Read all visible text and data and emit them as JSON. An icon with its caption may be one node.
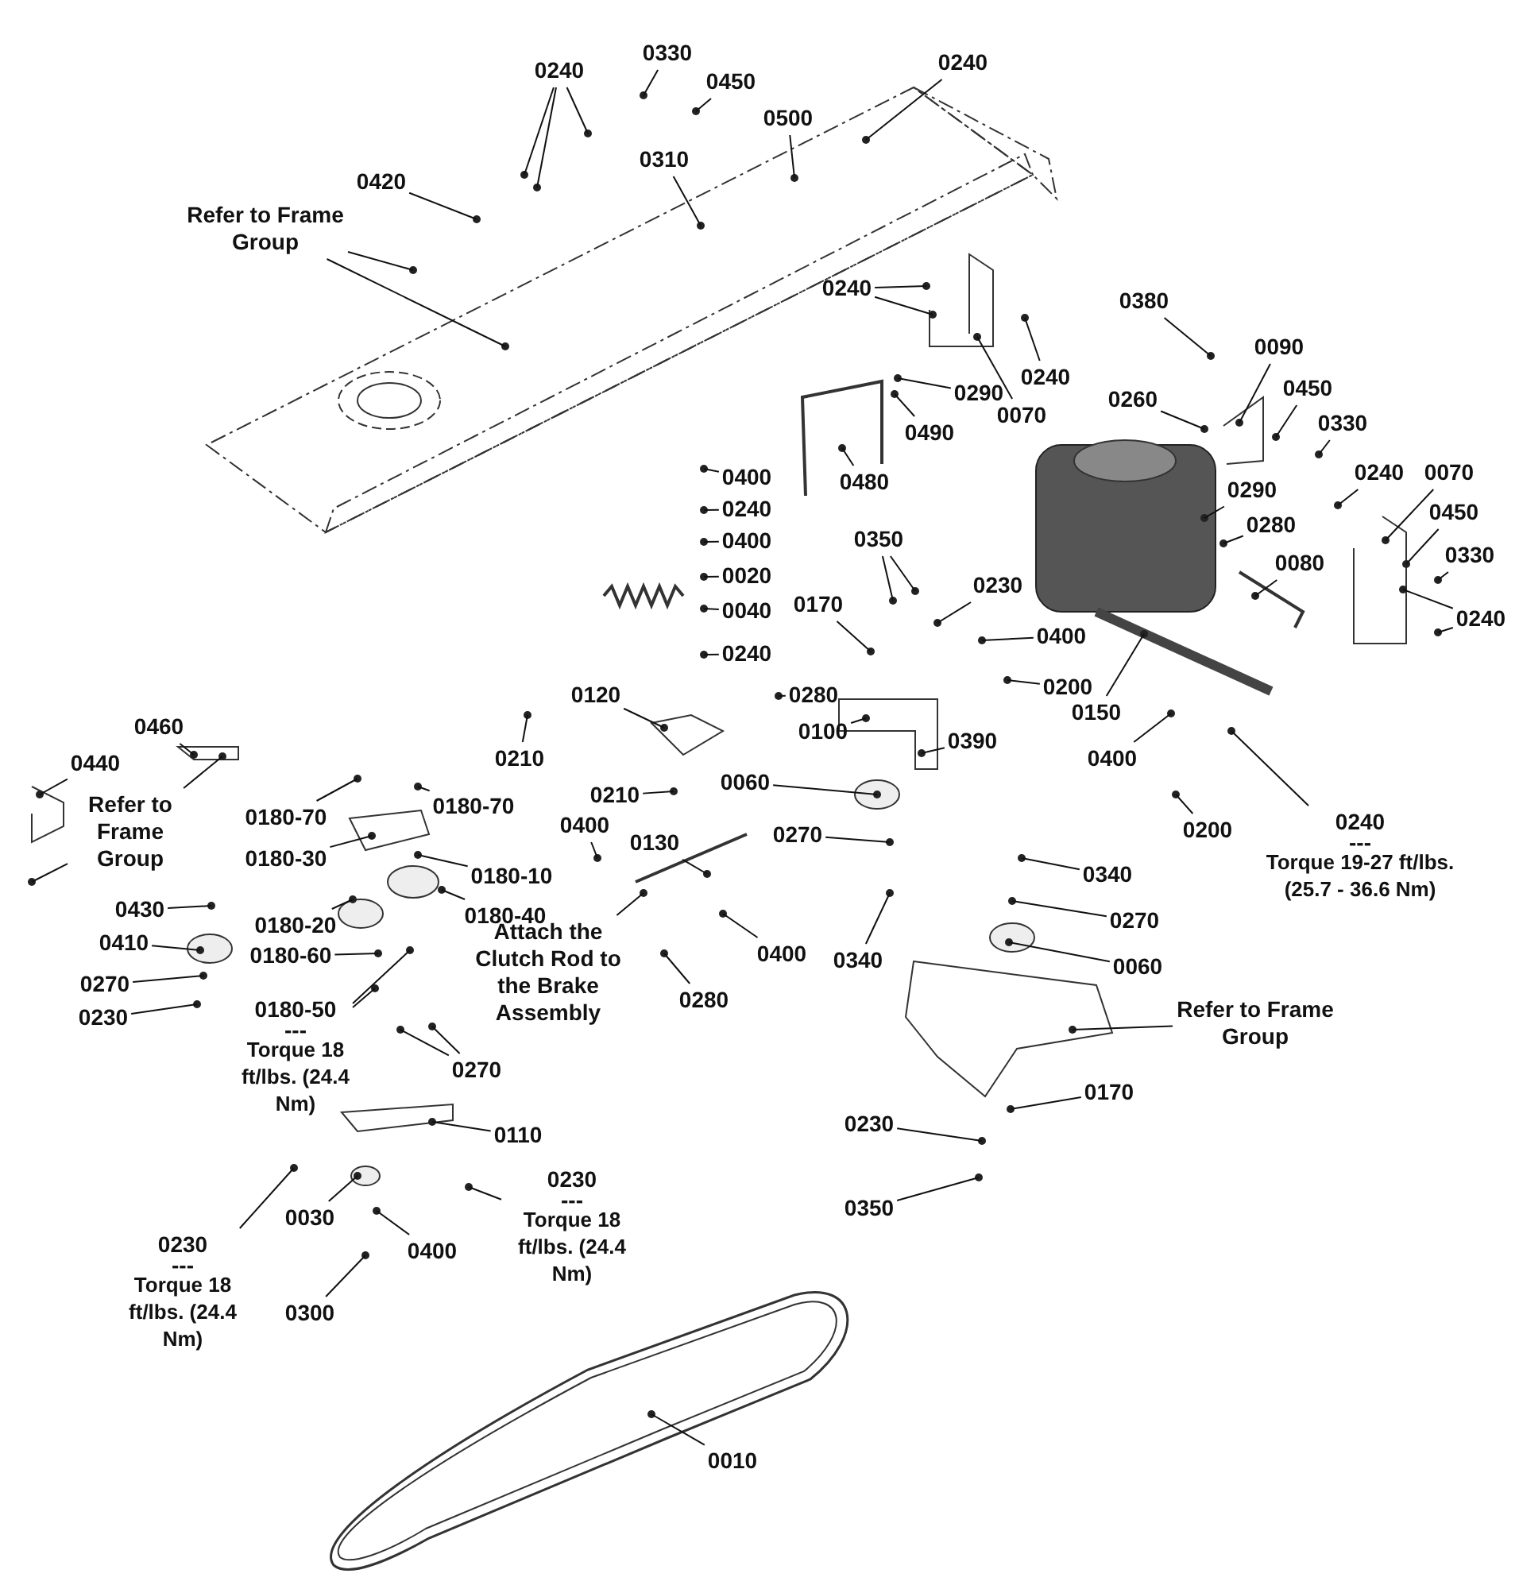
{
  "diagram": {
    "nodes": [
      {
        "text": [
          "0240"
        ]
      },
      {
        "text": [
          "0330"
        ]
      },
      {
        "text": [
          "0450"
        ]
      },
      {
        "text": [
          "0240"
        ]
      },
      {
        "text": [
          "0500"
        ]
      },
      {
        "text": [
          "0310"
        ]
      },
      {
        "text": [
          "0420"
        ]
      },
      {
        "text": [
          "Refer to Frame Group"
        ]
      },
      {
        "text": [
          "0240"
        ]
      },
      {
        "text": [
          "0070"
        ]
      },
      {
        "text": [
          "0240"
        ]
      },
      {
        "text": [
          "0290"
        ]
      },
      {
        "text": [
          "0490"
        ]
      },
      {
        "text": [
          "0480"
        ]
      },
      {
        "text": [
          "0380"
        ]
      },
      {
        "text": [
          "0090"
        ]
      },
      {
        "text": [
          "0260"
        ]
      },
      {
        "text": [
          "0450"
        ]
      },
      {
        "text": [
          "0330"
        ]
      },
      {
        "text": [
          "0290"
        ]
      },
      {
        "text": [
          "0280"
        ]
      },
      {
        "text": [
          "0240"
        ]
      },
      {
        "text": [
          "0070"
        ]
      },
      {
        "text": [
          "0450"
        ]
      },
      {
        "text": [
          "0330"
        ]
      },
      {
        "text": [
          "0080"
        ]
      },
      {
        "text": [
          "0240"
        ]
      },
      {
        "text": [
          "0400"
        ]
      },
      {
        "text": [
          "0240"
        ]
      },
      {
        "text": [
          "0400"
        ]
      },
      {
        "text": [
          "0020"
        ]
      },
      {
        "text": [
          "0040"
        ]
      },
      {
        "text": [
          "0240"
        ]
      },
      {
        "text": [
          "0350"
        ]
      },
      {
        "text": [
          "0230"
        ]
      },
      {
        "text": [
          "0170"
        ]
      },
      {
        "text": [
          "0400"
        ]
      },
      {
        "text": [
          "0200"
        ]
      },
      {
        "text": [
          "0150"
        ]
      },
      {
        "text": [
          "0390"
        ]
      },
      {
        "text": [
          "0100"
        ]
      },
      {
        "text": [
          "0280"
        ]
      },
      {
        "text": [
          "0120"
        ]
      },
      {
        "text": [
          "0210"
        ]
      },
      {
        "text": [
          "0210"
        ]
      },
      {
        "text": [
          "0130"
        ]
      },
      {
        "text": [
          "0400"
        ]
      },
      {
        "text": [
          "0400"
        ]
      },
      {
        "text": [
          "0280"
        ]
      },
      {
        "text": [
          "Attach the Clutch Rod to the Brake Assembly"
        ]
      },
      {
        "text": [
          "0060"
        ]
      },
      {
        "text": [
          "0270"
        ]
      },
      {
        "text": [
          "0340"
        ]
      },
      {
        "text": [
          "0400"
        ]
      },
      {
        "text": [
          "0200"
        ]
      },
      {
        "text": [
          "0240",
          "---",
          "Torque 19-27 ft/lbs. (25.7 - 36.6 Nm)"
        ]
      },
      {
        "text": [
          "0340"
        ]
      },
      {
        "text": [
          "0270"
        ]
      },
      {
        "text": [
          "0060"
        ]
      },
      {
        "text": [
          "Refer to Frame Group"
        ]
      },
      {
        "text": [
          "0170"
        ]
      },
      {
        "text": [
          "0230"
        ]
      },
      {
        "text": [
          "0350"
        ]
      },
      {
        "text": [
          "0460"
        ]
      },
      {
        "text": [
          "0440"
        ]
      },
      {
        "text": [
          "Refer to Frame Group"
        ]
      },
      {
        "text": [
          "0430"
        ]
      },
      {
        "text": [
          "0410"
        ]
      },
      {
        "text": [
          "0270"
        ]
      },
      {
        "text": [
          "0230"
        ]
      },
      {
        "text": [
          "0180-70"
        ]
      },
      {
        "text": [
          "0180-70"
        ]
      },
      {
        "text": [
          "0180-30"
        ]
      },
      {
        "text": [
          "0180-10"
        ]
      },
      {
        "text": [
          "0180-40"
        ]
      },
      {
        "text": [
          "0180-20"
        ]
      },
      {
        "text": [
          "0180-60"
        ]
      },
      {
        "text": [
          "0180-50",
          "---",
          "Torque 18 ft/lbs. (24.4 Nm)"
        ]
      },
      {
        "text": [
          "0270"
        ]
      },
      {
        "text": [
          "0110"
        ]
      },
      {
        "text": [
          "0230",
          "---",
          "Torque 18 ft/lbs. (24.4 Nm)"
        ]
      },
      {
        "text": [
          "0030"
        ]
      },
      {
        "text": [
          "0400"
        ]
      },
      {
        "text": [
          "0300"
        ]
      },
      {
        "text": [
          "0230",
          "---",
          "Torque 18 ft/lbs. (24.4 Nm)"
        ]
      },
      {
        "text": [
          "0010"
        ]
      }
    ],
    "edges": [
      {
        "from": 0,
        "to": null,
        "arrow": "none"
      },
      {
        "from": 0,
        "to": null,
        "arrow": "none"
      },
      {
        "from": 0,
        "to": null,
        "arrow": "none"
      },
      {
        "from": 1,
        "to": null,
        "arrow": "none"
      },
      {
        "from": 2,
        "to": null,
        "arrow": "none"
      },
      {
        "from": 3,
        "to": null,
        "arrow": "none"
      },
      {
        "from": 4,
        "to": null,
        "arrow": "none"
      },
      {
        "from": 5,
        "to": null,
        "arrow": "none"
      },
      {
        "from": 6,
        "to": null,
        "arrow": "none"
      },
      {
        "from": 7,
        "to": null,
        "arrow": "none"
      },
      {
        "from": 7,
        "to": null,
        "arrow": "none"
      },
      {
        "from": 8,
        "to": null,
        "arrow": "none"
      },
      {
        "from": 8,
        "to": null,
        "arrow": "none"
      },
      {
        "from": 9,
        "to": null,
        "arrow": "none"
      },
      {
        "from": 10,
        "to": null,
        "arrow": "none"
      },
      {
        "from": 11,
        "to": null,
        "arrow": "none"
      },
      {
        "from": 12,
        "to": null,
        "arrow": "none"
      },
      {
        "from": 13,
        "to": null,
        "arrow": "none"
      },
      {
        "from": 14,
        "to": null,
        "arrow": "none"
      },
      {
        "from": 15,
        "to": null,
        "arrow": "none"
      },
      {
        "from": 16,
        "to": null,
        "arrow": "none"
      },
      {
        "from": 17,
        "to": null,
        "arrow": "none"
      },
      {
        "from": 18,
        "to": null,
        "arrow": "none"
      },
      {
        "from": 19,
        "to": null,
        "arrow": "none"
      },
      {
        "from": 20,
        "to": null,
        "arrow": "none"
      },
      {
        "from": 21,
        "to": null,
        "arrow": "none"
      },
      {
        "from": 22,
        "to": null,
        "arrow": "none"
      },
      {
        "from": 23,
        "to": null,
        "arrow": "none"
      },
      {
        "from": 24,
        "to": null,
        "arrow": "none"
      },
      {
        "from": 25,
        "to": null,
        "arrow": "none"
      },
      {
        "from": 26,
        "to": null,
        "arrow": "none"
      },
      {
        "from": 26,
        "to": null,
        "arrow": "none"
      },
      {
        "from": 27,
        "to": null,
        "arrow": "none"
      },
      {
        "from": 28,
        "to": null,
        "arrow": "none"
      },
      {
        "from": 29,
        "to": null,
        "arrow": "none"
      },
      {
        "from": 30,
        "to": null,
        "arrow": "none"
      },
      {
        "from": 31,
        "to": null,
        "arrow": "none"
      },
      {
        "from": 32,
        "to": null,
        "arrow": "none"
      },
      {
        "from": 33,
        "to": null,
        "arrow": "none"
      },
      {
        "from": 33,
        "to": null,
        "arrow": "none"
      },
      {
        "from": 34,
        "to": null,
        "arrow": "none"
      },
      {
        "from": 35,
        "to": null,
        "arrow": "none"
      },
      {
        "from": 36,
        "to": null,
        "arrow": "none"
      },
      {
        "from": 37,
        "to": null,
        "arrow": "none"
      },
      {
        "from": 38,
        "to": null,
        "arrow": "none"
      },
      {
        "from": 39,
        "to": null,
        "arrow": "none"
      },
      {
        "from": 40,
        "to": null,
        "arrow": "none"
      },
      {
        "from": 41,
        "to": null,
        "arrow": "none"
      },
      {
        "from": 42,
        "to": null,
        "arrow": "none"
      },
      {
        "from": 43,
        "to": null,
        "arrow": "none"
      },
      {
        "from": 44,
        "to": null,
        "arrow": "none"
      },
      {
        "from": 45,
        "to": null,
        "arrow": "none"
      },
      {
        "from": 46,
        "to": null,
        "arrow": "none"
      },
      {
        "from": 47,
        "to": null,
        "arrow": "none"
      },
      {
        "from": 48,
        "to": null,
        "arrow": "none"
      },
      {
        "from": 49,
        "to": null,
        "arrow": "none"
      },
      {
        "from": 50,
        "to": null,
        "arrow": "none"
      },
      {
        "from": 51,
        "to": null,
        "arrow": "none"
      },
      {
        "from": 52,
        "to": null,
        "arrow": "none"
      },
      {
        "from": 53,
        "to": null,
        "arrow": "none"
      },
      {
        "from": 54,
        "to": null,
        "arrow": "none"
      },
      {
        "from": 55,
        "to": null,
        "arrow": "none"
      },
      {
        "from": 56,
        "to": null,
        "arrow": "none"
      },
      {
        "from": 57,
        "to": null,
        "arrow": "none"
      },
      {
        "from": 58,
        "to": null,
        "arrow": "none"
      },
      {
        "from": 59,
        "to": null,
        "arrow": "none"
      },
      {
        "from": 60,
        "to": null,
        "arrow": "none"
      },
      {
        "from": 61,
        "to": null,
        "arrow": "none"
      },
      {
        "from": 62,
        "to": null,
        "arrow": "none"
      },
      {
        "from": 63,
        "to": null,
        "arrow": "none"
      },
      {
        "from": 64,
        "to": null,
        "arrow": "none"
      },
      {
        "from": 65,
        "to": null,
        "arrow": "none"
      },
      {
        "from": 65,
        "to": null,
        "arrow": "none"
      },
      {
        "from": 66,
        "to": null,
        "arrow": "none"
      },
      {
        "from": 67,
        "to": null,
        "arrow": "none"
      },
      {
        "from": 68,
        "to": null,
        "arrow": "none"
      },
      {
        "from": 69,
        "to": null,
        "arrow": "none"
      },
      {
        "from": 70,
        "to": null,
        "arrow": "none"
      },
      {
        "from": 71,
        "to": null,
        "arrow": "none"
      },
      {
        "from": 72,
        "to": null,
        "arrow": "none"
      },
      {
        "from": 73,
        "to": null,
        "arrow": "none"
      },
      {
        "from": 74,
        "to": null,
        "arrow": "none"
      },
      {
        "from": 75,
        "to": null,
        "arrow": "none"
      },
      {
        "from": 76,
        "to": null,
        "arrow": "none"
      },
      {
        "from": 77,
        "to": null,
        "arrow": "none"
      },
      {
        "from": 77,
        "to": null,
        "arrow": "none"
      },
      {
        "from": 78,
        "to": null,
        "arrow": "none"
      },
      {
        "from": 78,
        "to": null,
        "arrow": "none"
      },
      {
        "from": 79,
        "to": null,
        "arrow": "none"
      },
      {
        "from": 80,
        "to": null,
        "arrow": "none"
      },
      {
        "from": 81,
        "to": null,
        "arrow": "none"
      },
      {
        "from": 82,
        "to": null,
        "arrow": "none"
      },
      {
        "from": 83,
        "to": null,
        "arrow": "none"
      },
      {
        "from": 84,
        "to": null,
        "arrow": "none"
      },
      {
        "from": 85,
        "to": null,
        "arrow": "none"
      }
    ]
  }
}
